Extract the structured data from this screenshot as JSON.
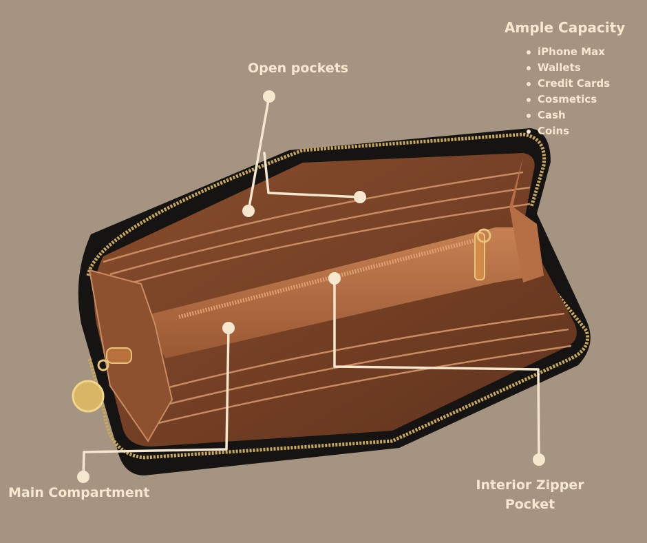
{
  "image": {
    "subject": "open-wallet-icon",
    "background_color": "#a69482",
    "accent_color": "#f6e7cf",
    "exterior_color": "#151412",
    "interior_color": "#7a4326",
    "zipper_color": "#c9a85a"
  },
  "callouts": {
    "open_pockets": "Open pockets",
    "main_compartment": "Main Compartment",
    "interior_zipper": [
      "Interior Zipper",
      "Pocket"
    ]
  },
  "capacity": {
    "title": "Ample Capacity",
    "items": [
      "iPhone Max",
      "Wallets",
      "Credit Cards",
      "Cosmetics",
      "Cash",
      "Coins"
    ]
  }
}
